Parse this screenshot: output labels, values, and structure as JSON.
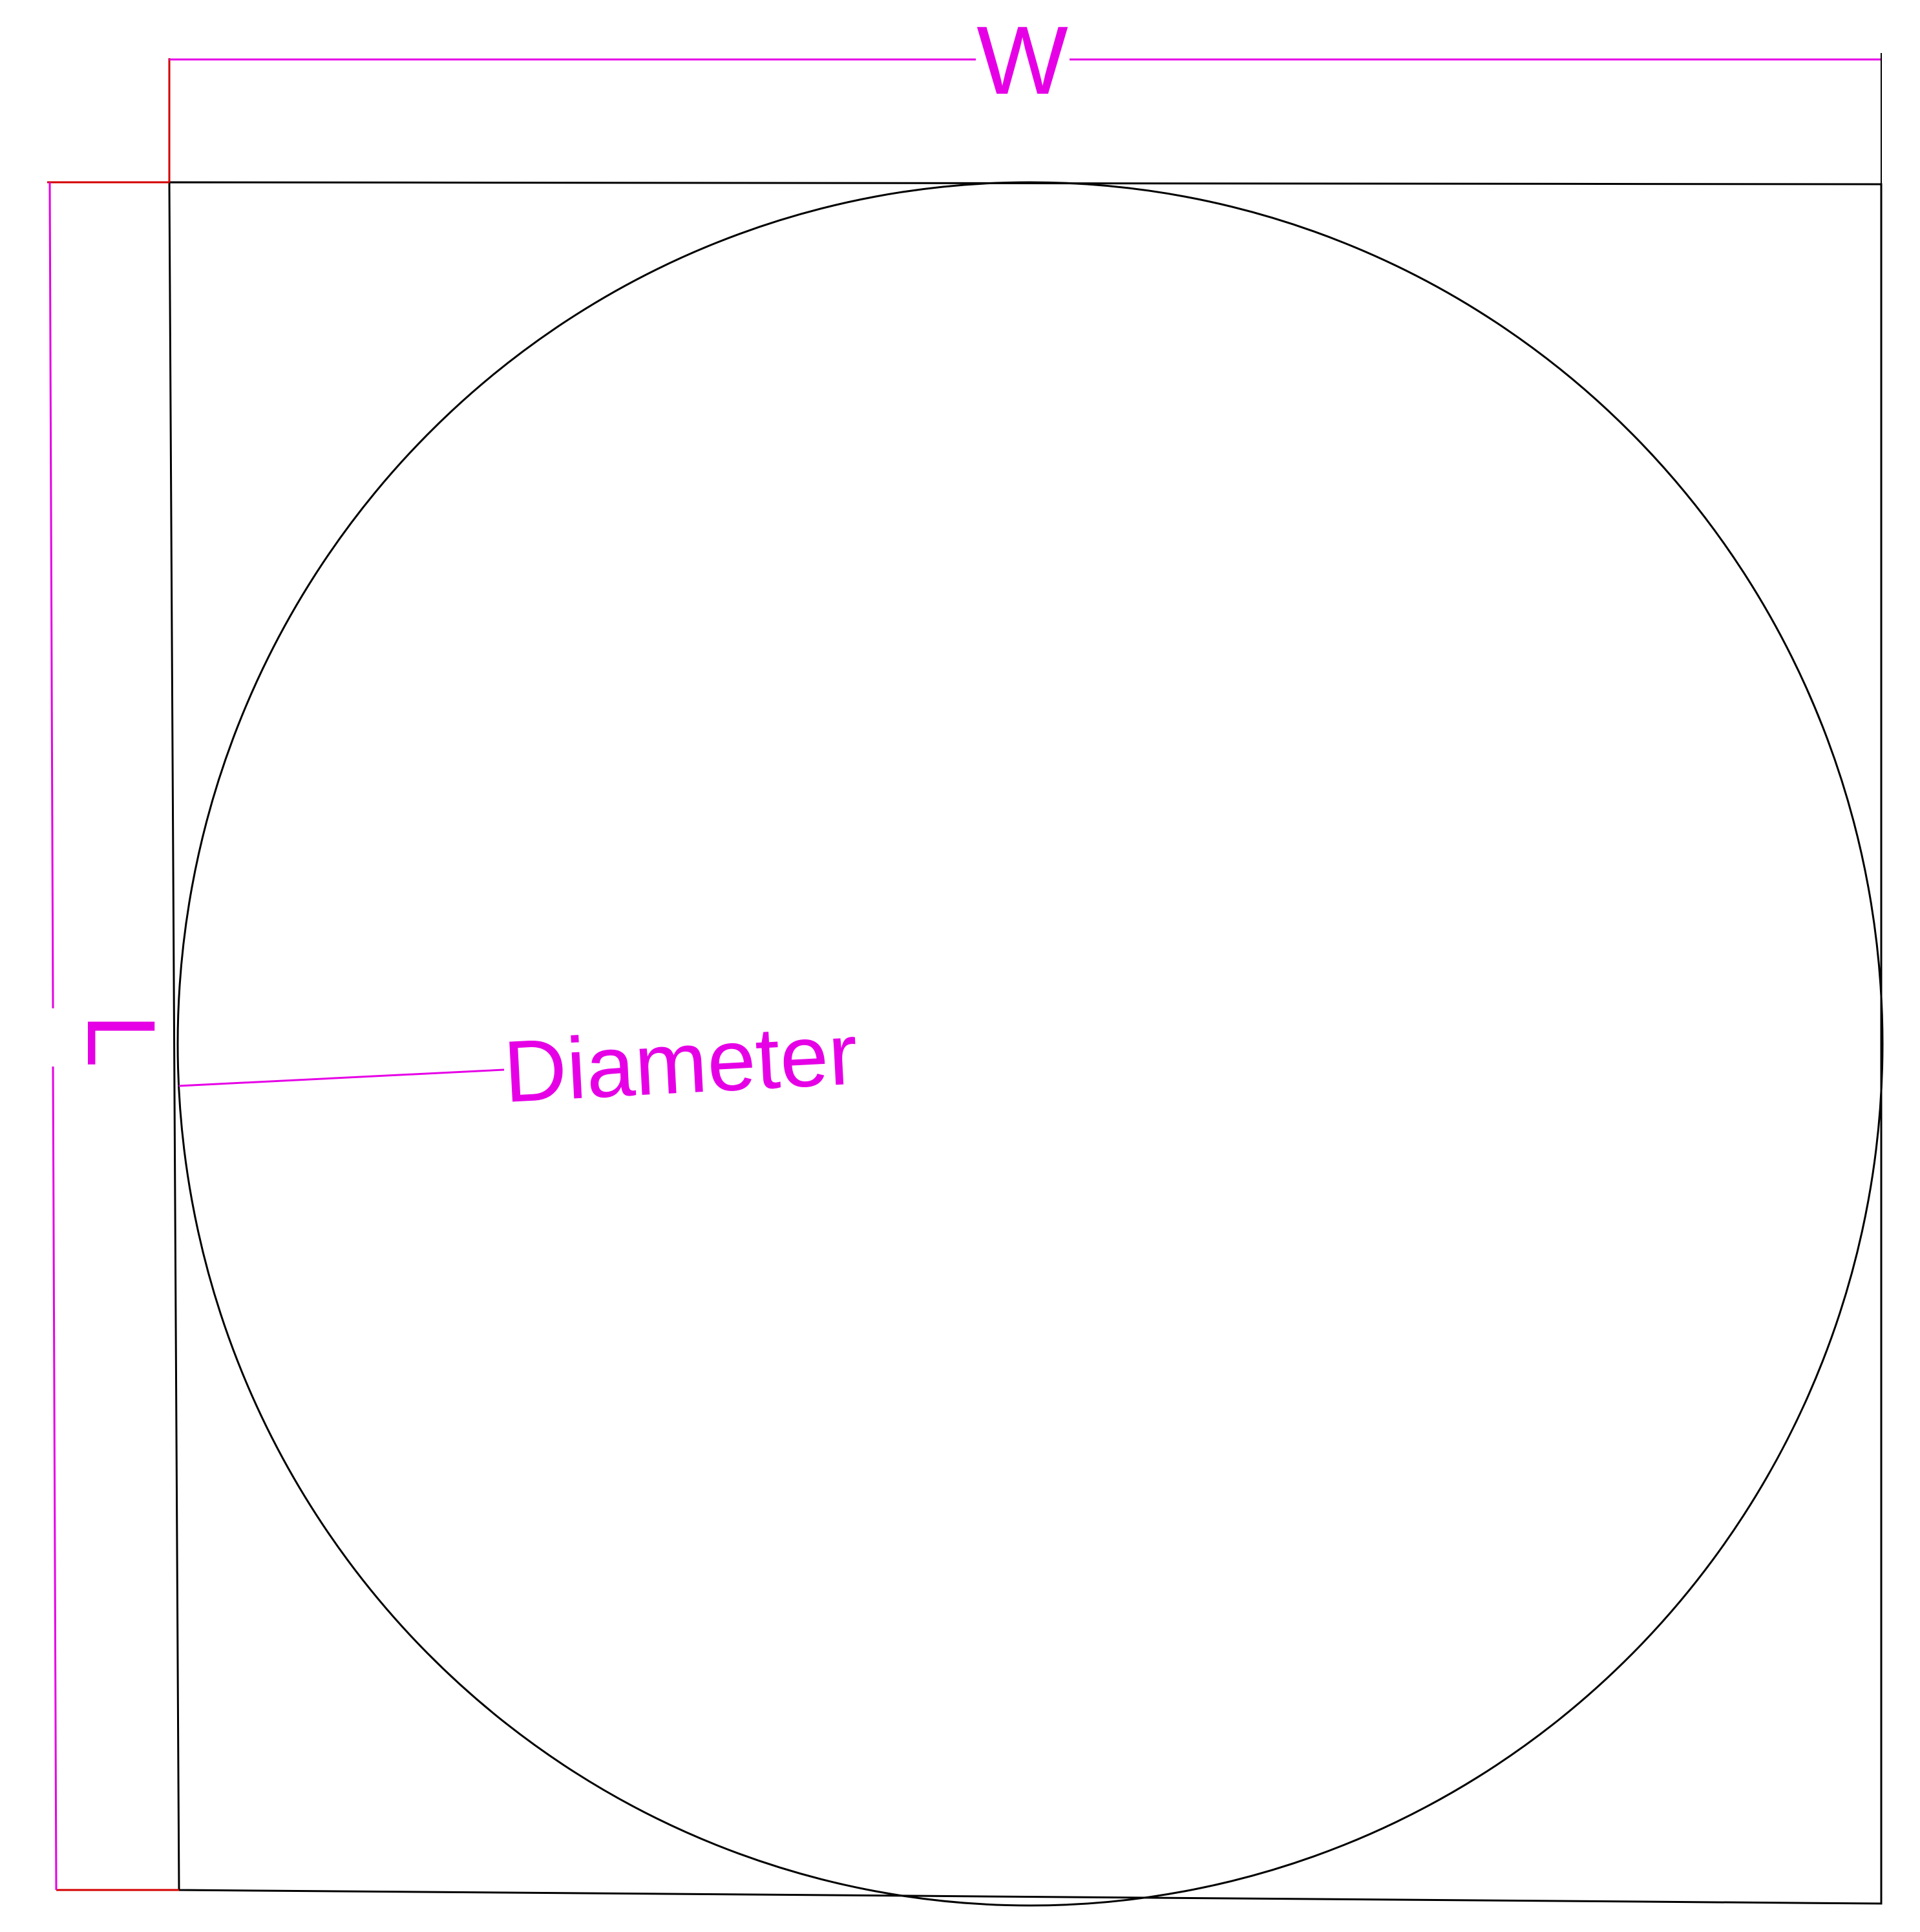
{
  "labels": {
    "width": "W",
    "length": "L",
    "diameter": "Diameter"
  },
  "colors": {
    "outline": "#000000",
    "dimension": "#e600e6",
    "extension": "#d40000",
    "background": "#ffffff"
  }
}
